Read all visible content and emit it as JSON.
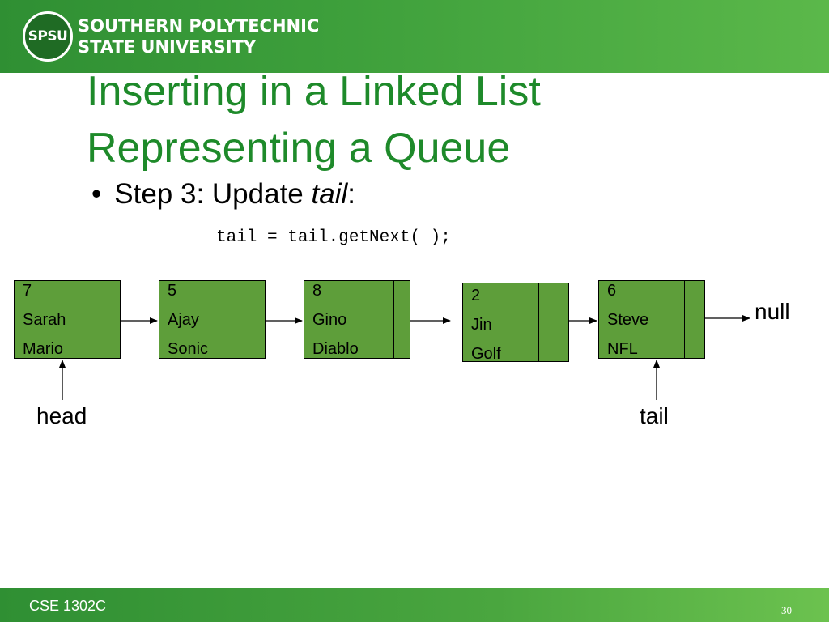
{
  "header": {
    "logo_text": "SPSU",
    "university_line1": "SOUTHERN POLYTECHNIC",
    "university_line2": "STATE UNIVERSITY"
  },
  "slide": {
    "title_line1": "Inserting in a Linked List",
    "title_line2": "Representing a Queue",
    "bullet_prefix": "Step 3: Update ",
    "bullet_emphasis": "tail",
    "bullet_suffix": ":",
    "code": "tail = tail.getNext( );"
  },
  "nodes": [
    {
      "lines": [
        "7",
        "Sarah",
        "Mario"
      ]
    },
    {
      "lines": [
        "5",
        "Ajay",
        "Sonic"
      ]
    },
    {
      "lines": [
        "8",
        "Gino",
        "Diablo"
      ]
    },
    {
      "lines": [
        "2",
        "Jin",
        "Golf"
      ]
    },
    {
      "lines": [
        "6",
        "Steve",
        "NFL"
      ]
    }
  ],
  "labels": {
    "null": "null",
    "head": "head",
    "tail": "tail"
  },
  "footer": {
    "course": "CSE 1302C",
    "page": "30"
  }
}
